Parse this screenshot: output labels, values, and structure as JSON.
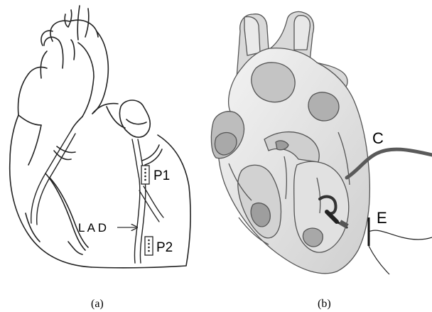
{
  "panel_a": {
    "caption": "(a)",
    "label_lad": "L A D",
    "label_p1": "P1",
    "label_p2": "P2"
  },
  "panel_b": {
    "caption": "(b)",
    "label_c": "C",
    "label_e": "E"
  }
}
